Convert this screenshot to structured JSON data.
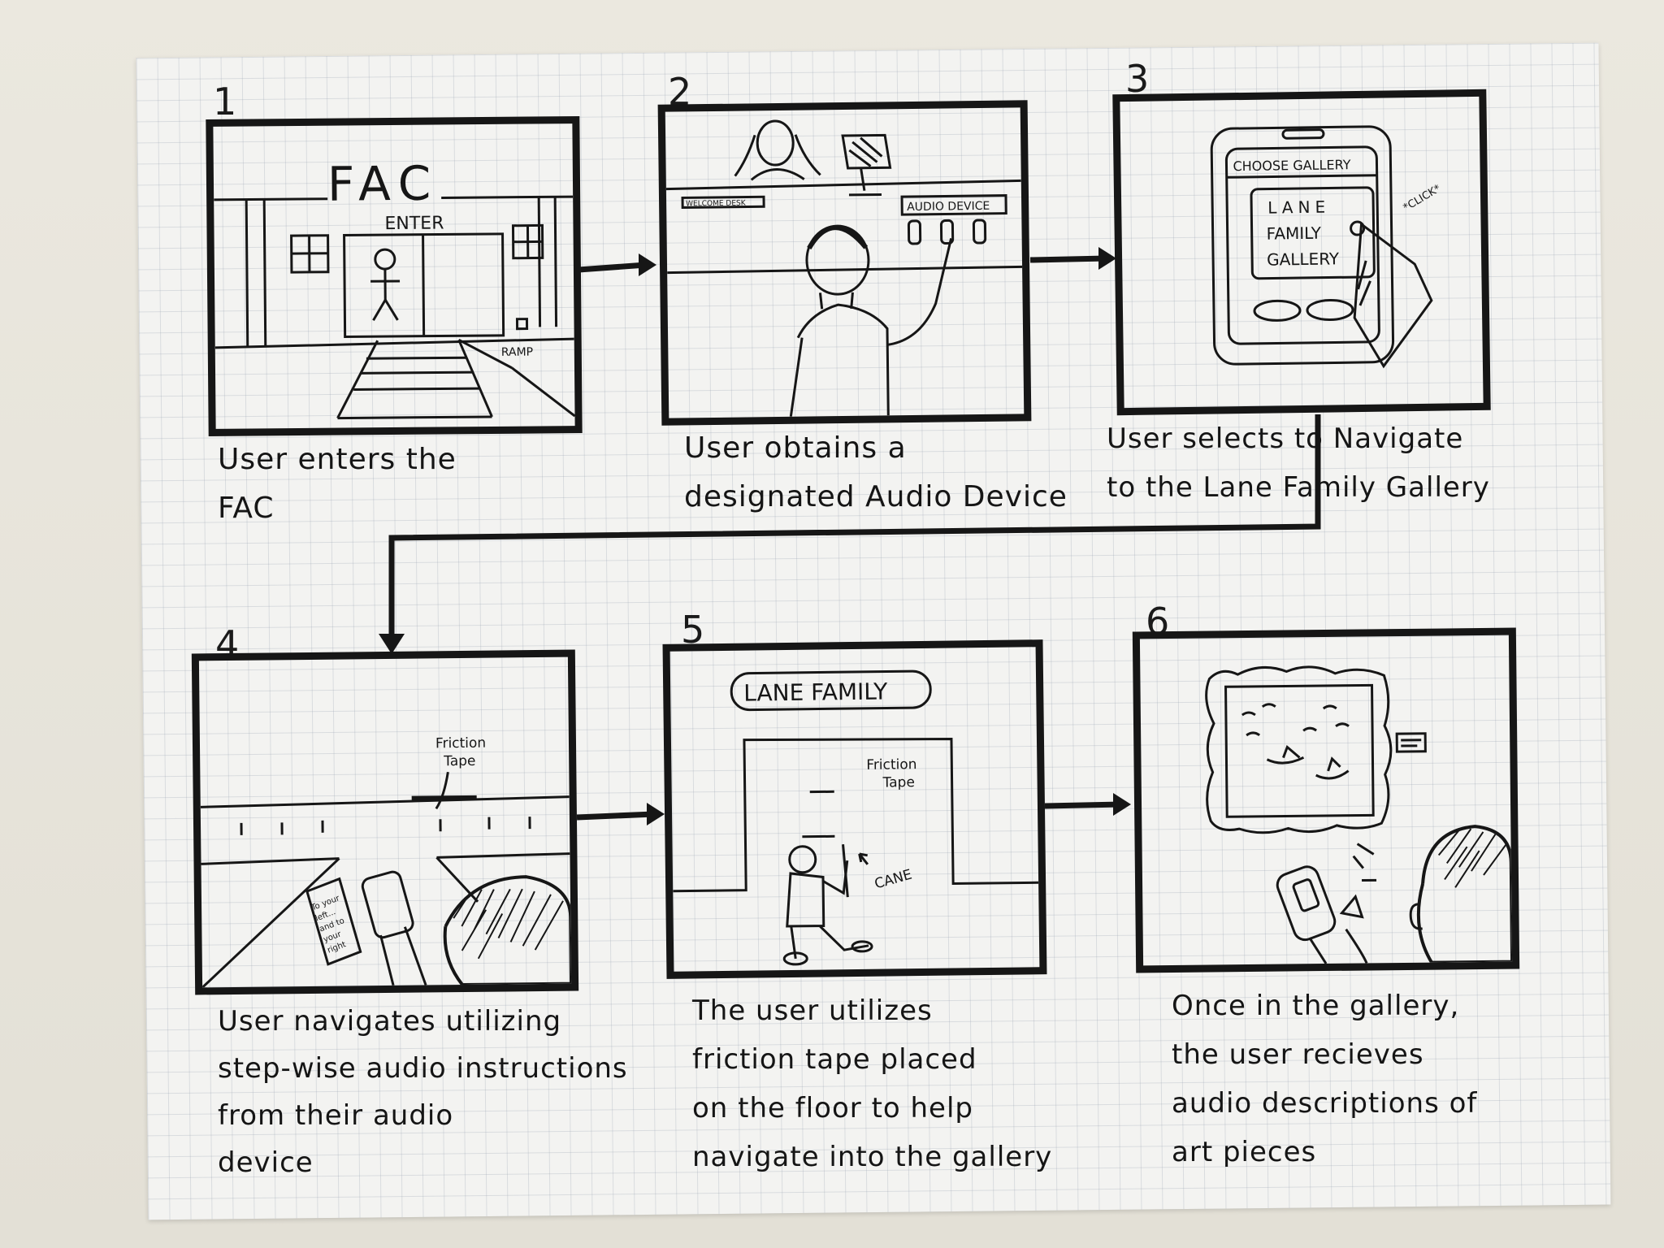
{
  "panels": [
    {
      "number": "1",
      "caption": "User enters the\nFAC",
      "scene": {
        "building_sign": "FAC",
        "door_sign": "ENTER",
        "ramp_label": "RAMP"
      }
    },
    {
      "number": "2",
      "caption": "User obtains a\ndesignated Audio Device",
      "scene": {
        "desk_sign": "WELCOME DESK",
        "device_sign": "AUDIO DEVICE"
      }
    },
    {
      "number": "3",
      "caption": "User selects        to Navigate\nto the Lane   Family Gallery",
      "scene": {
        "screen_title": "CHOOSE GALLERY",
        "option_line1": "LANE",
        "option_line2": "FAMILY",
        "option_line3": "GALLERY",
        "click_label": "*CLICK*"
      }
    },
    {
      "number": "4",
      "caption": "User navigates utilizing\nstep-wise audio instructions\nfrom their audio\ndevice",
      "scene": {
        "tape_label_1": "Friction",
        "tape_label_2": "Tape",
        "note_1": "To your",
        "note_2": "left...",
        "note_3": "and to",
        "note_4": "your",
        "note_5": "right"
      }
    },
    {
      "number": "5",
      "caption": "The user utilizes\nfriction tape placed\non the floor to help\nnavigate into the gallery",
      "scene": {
        "gallery_sign": "LANE FAMILY",
        "tape_label_1": "Friction",
        "tape_label_2": "Tape",
        "cane_label": "CANE"
      }
    },
    {
      "number": "6",
      "caption": "Once in the gallery,\nthe user recieves\naudio descriptions of\nart pieces",
      "scene": {}
    }
  ]
}
